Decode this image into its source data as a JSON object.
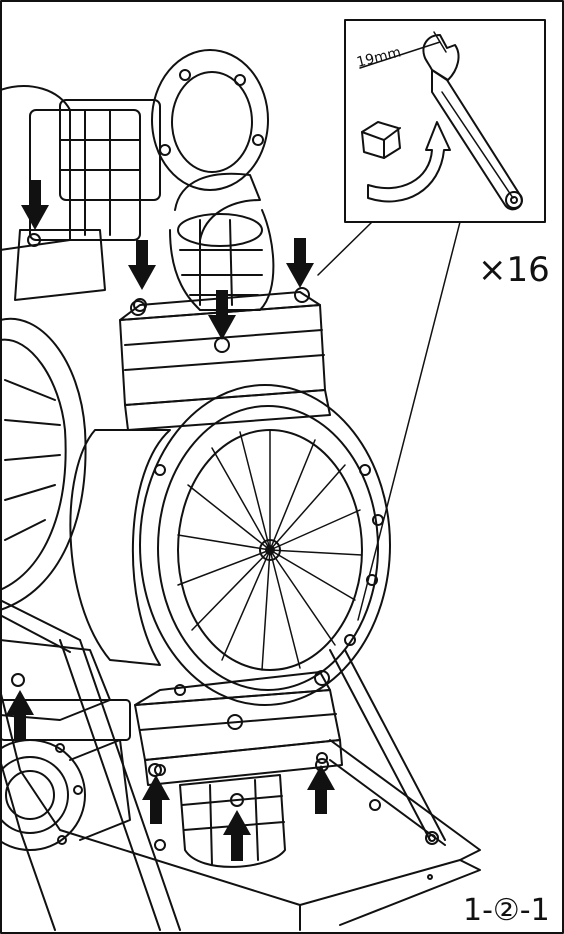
{
  "callout": {
    "wrench_size": "19mm"
  },
  "quantity_label": "×16",
  "figure_number": "1-②-1",
  "colors": {
    "line": "#111111",
    "background": "#ffffff",
    "arrow": "#111111"
  },
  "icons": [
    "wrench-icon",
    "bolt-head-icon",
    "tighten-direction-arrow-icon",
    "down-arrow-icon",
    "up-arrow-icon"
  ]
}
